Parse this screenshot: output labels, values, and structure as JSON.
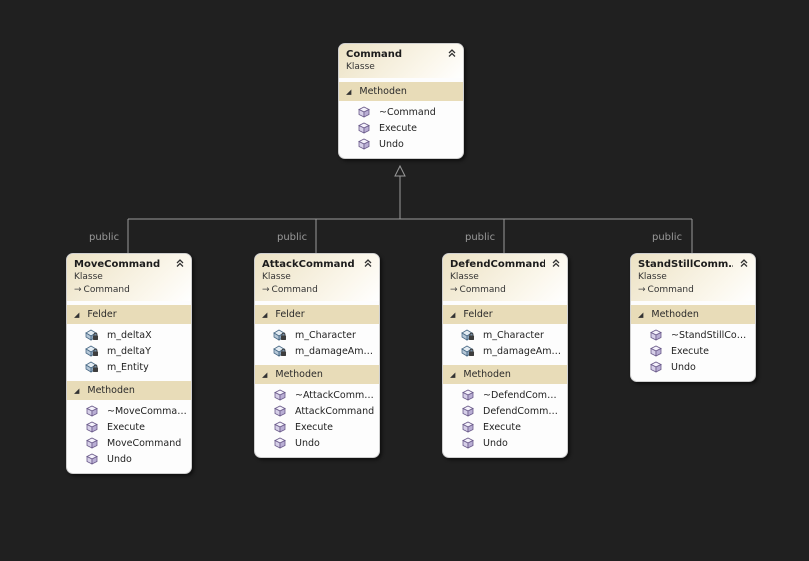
{
  "diagram": {
    "classes": [
      {
        "id": "command",
        "name": "Command",
        "kind": "Klasse",
        "parent": "",
        "sections": [
          {
            "title": "Methoden",
            "items": [
              "~Command",
              "Execute",
              "Undo"
            ]
          }
        ]
      },
      {
        "id": "move-command",
        "name": "MoveCommand",
        "kind": "Klasse",
        "parent": "Command",
        "sections": [
          {
            "title": "Felder",
            "items": [
              "m_deltaX",
              "m_deltaY",
              "m_Entity"
            ]
          },
          {
            "title": "Methoden",
            "items": [
              "~MoveComma…",
              "Execute",
              "MoveCommand",
              "Undo"
            ]
          }
        ]
      },
      {
        "id": "attack-command",
        "name": "AttackCommand",
        "kind": "Klasse",
        "parent": "Command",
        "sections": [
          {
            "title": "Felder",
            "items": [
              "m_Character",
              "m_damageAm…"
            ]
          },
          {
            "title": "Methoden",
            "items": [
              "~AttackComma…",
              "AttackCommand",
              "Execute",
              "Undo"
            ]
          }
        ]
      },
      {
        "id": "defend-command",
        "name": "DefendCommand",
        "kind": "Klasse",
        "parent": "Command",
        "sections": [
          {
            "title": "Felder",
            "items": [
              "m_Character",
              "m_damageAm…"
            ]
          },
          {
            "title": "Methoden",
            "items": [
              "~DefendComm…",
              "DefendComma…",
              "Execute",
              "Undo"
            ]
          }
        ]
      },
      {
        "id": "standstill-command",
        "name": "StandStillComm…",
        "kind": "Klasse",
        "parent": "Command",
        "sections": [
          {
            "title": "Methoden",
            "items": [
              "~StandStillCom…",
              "Execute",
              "Undo"
            ]
          }
        ]
      }
    ],
    "inheritance_labels": [
      "public",
      "public",
      "public",
      "public"
    ]
  },
  "colors": {
    "background": "#202020",
    "header_accent": "#ece2c4",
    "section_band": "#e8dcb8",
    "connector": "#9a9a9a"
  },
  "icons": {
    "collapse": "double-chevron-up-icon",
    "parent": "inheritance-arrow-icon",
    "section_toggle": "triangle-collapse-icon",
    "field": "field-lock-icon",
    "method": "method-cube-icon"
  }
}
